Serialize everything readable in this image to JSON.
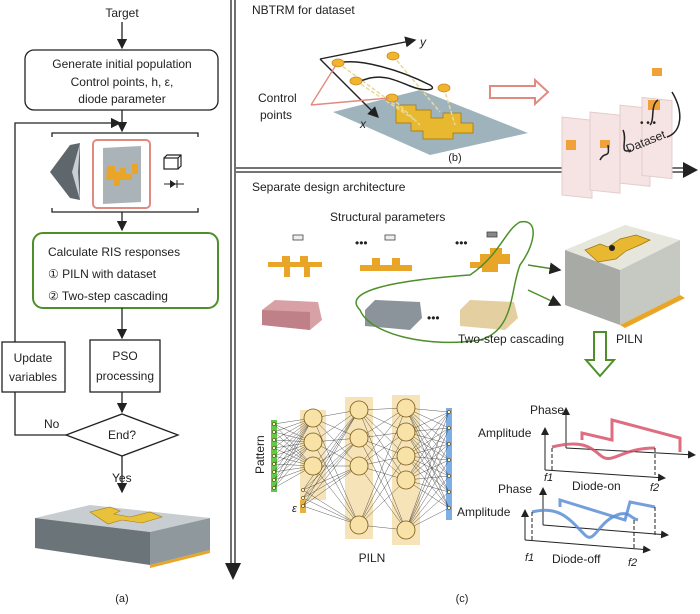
{
  "panel_a": {
    "target": "Target",
    "init_line1": "Generate initial population",
    "init_line2": "Control points, h, ε,",
    "init_line3": "diode parameter",
    "calc_title": "Calculate RIS responses",
    "calc_item1": "① PILN with dataset",
    "calc_item2": "② Two-step cascading",
    "update_line1": "Update",
    "update_line2": "variables",
    "pso_line1": "PSO",
    "pso_line2": "processing",
    "decision": "End?",
    "no": "No",
    "yes": "Yes",
    "label": "(a)"
  },
  "panel_b": {
    "title": "NBTRM for dataset",
    "axis_x": "x",
    "axis_y": "y",
    "control_line1": "Control",
    "control_line2": "points",
    "dataset": "Dataset",
    "ellipsis": "• • •",
    "label": "(b)"
  },
  "panel_c": {
    "title": "Separate design architecture",
    "structural": "Structural parameters",
    "ellipsis": "•••",
    "two_step": "Two-step cascading",
    "piln_arrow": "PILN",
    "pattern": "Pattern",
    "epsilon": "ε",
    "piln": "PILN",
    "on": {
      "phase": "Phase",
      "amplitude": "Amplitude",
      "f1": "f1",
      "f2": "f2",
      "state": "Diode-on"
    },
    "off": {
      "phase": "Phase",
      "amplitude": "Amplitude",
      "f1": "f1",
      "f2": "f2",
      "state": "Diode-off"
    },
    "label": "(c)"
  },
  "colors": {
    "green": "#4e8f2a",
    "pink": "#e08a80",
    "gold": "#e8a527",
    "red_curve": "#d9536b",
    "blue_curve": "#5b8fd6",
    "neuron": "#f5deaa"
  }
}
